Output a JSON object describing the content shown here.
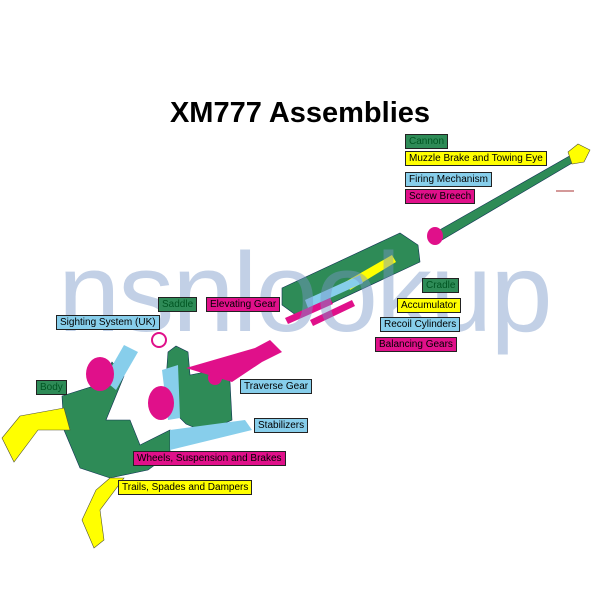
{
  "title": "XM777 Assemblies",
  "watermark": "nsnlookup",
  "colors": {
    "green": "#2e8b57",
    "yellow": "#ffff00",
    "blue": "#87ceeb",
    "pink": "#e0108a"
  },
  "labels": {
    "cannon": "Cannon",
    "muzzle_brake": "Muzzle Brake and Towing Eye",
    "firing_mechanism": "Firing Mechanism",
    "screw_breech": "Screw Breech",
    "cradle": "Cradle",
    "accumulator": "Accumulator",
    "recoil_cylinders": "Recoil Cylinders",
    "balancing_gears": "Balancing Gears",
    "saddle": "Saddle",
    "elevating_gear": "Elevating Gear",
    "sighting_system": "Sighting System (UK)",
    "body": "Body",
    "traverse_gear": "Traverse Gear",
    "stabilizers": "Stabilizers",
    "wheels": "Wheels, Suspension and Brakes",
    "trails": "Trails, Spades and Dampers"
  }
}
